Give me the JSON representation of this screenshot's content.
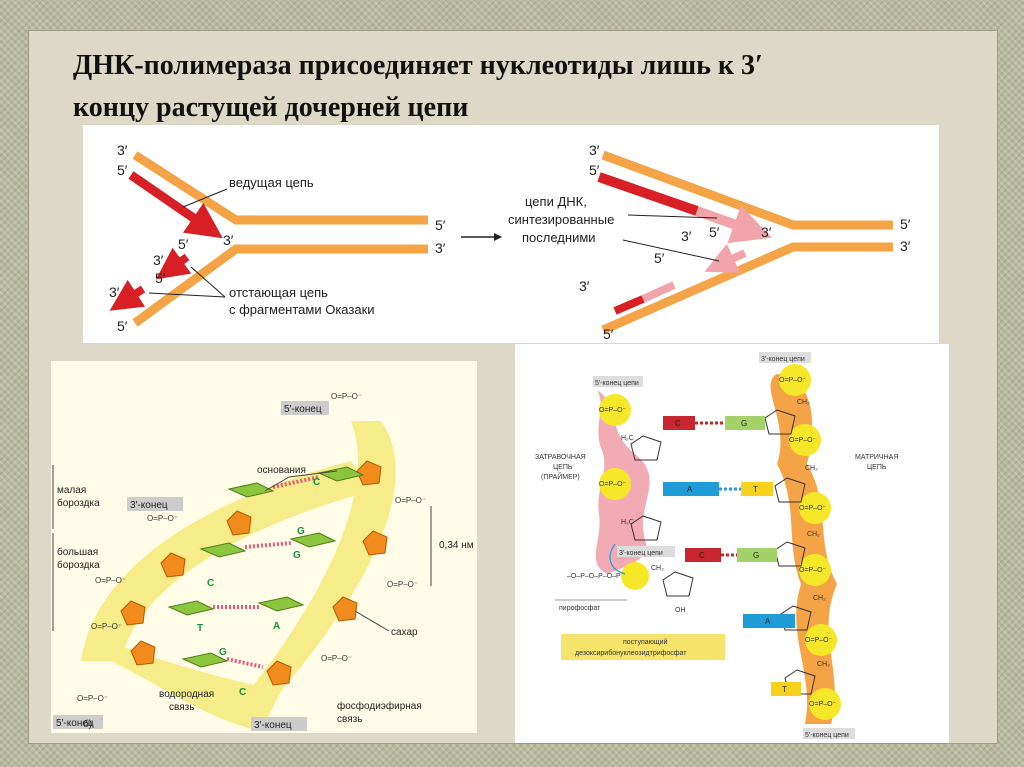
{
  "title": {
    "line1": "ДНК-полимераза присоединяет нуклеотиды лишь к 3′",
    "line2": "концу растущей дочерней цепи"
  },
  "colors": {
    "strand": "#f4a446",
    "new_strand": "#d81f26",
    "newest_strand": "#f2a4ac",
    "helix_band": "#f6ec8a",
    "sugar": "#f08b1c",
    "base_green": "#8cc63f",
    "phosphate": "#f6e828",
    "base_C": "#c8262e",
    "base_G": "#a3d26b",
    "base_A": "#1f9bd7",
    "base_T": "#f6d21e"
  },
  "fork": {
    "three": "3′",
    "five": "5′",
    "leading_label": "ведущая цепь",
    "lagging_label_1": "отстающая цепь",
    "lagging_label_2": "с фрагментами Оказаки",
    "new_label_1": "цепи ДНК,",
    "new_label_2": "синтезированные",
    "new_label_3": "последними"
  },
  "helix": {
    "five_end": "5′-конец",
    "three_end": "3′-конец",
    "minor_groove_1": "малая",
    "minor_groove_2": "бороздка",
    "major_groove_1": "большая",
    "major_groove_2": "бороздка",
    "bases_label": "основания",
    "sugar_label": "сахар",
    "distance": "0,34 нм",
    "hbond_1": "водородная",
    "hbond_2": "связь",
    "phospho_1": "фосфодиэфирная",
    "phospho_2": "связь",
    "panel_letter": "б)",
    "pairs": [
      {
        "left": "G",
        "right": "C"
      },
      {
        "left": "C",
        "right": "G"
      },
      {
        "left": "T",
        "right": "A"
      },
      {
        "left": "C",
        "right": "G"
      }
    ]
  },
  "polymerase": {
    "five_end_chain": "5′-конец цепи",
    "three_end_chain": "3′-конец цепи",
    "primer_1": "ЗАТРАВОЧНАЯ",
    "primer_2": "ЦЕПЬ",
    "primer_3": "(ПРАЙМЕР)",
    "template_1": "МАТРИЧНАЯ",
    "template_2": "ЦЕПЬ",
    "three_end_chain_mid": "3′-конец цепи",
    "pyrophosphate": "пирофосфат",
    "incoming_1": "поступающий",
    "incoming_2": "дезоксирибонуклеозидтрифосфат",
    "base_c": "C",
    "base_g": "G",
    "base_a": "A",
    "base_t": "T",
    "oh": "OH",
    "ch2": "CH₂",
    "h2c": "H₂C",
    "phosphate_text": "O=P–O⁻",
    "triphosphate_text": "–O–P–O–P–O–P"
  }
}
